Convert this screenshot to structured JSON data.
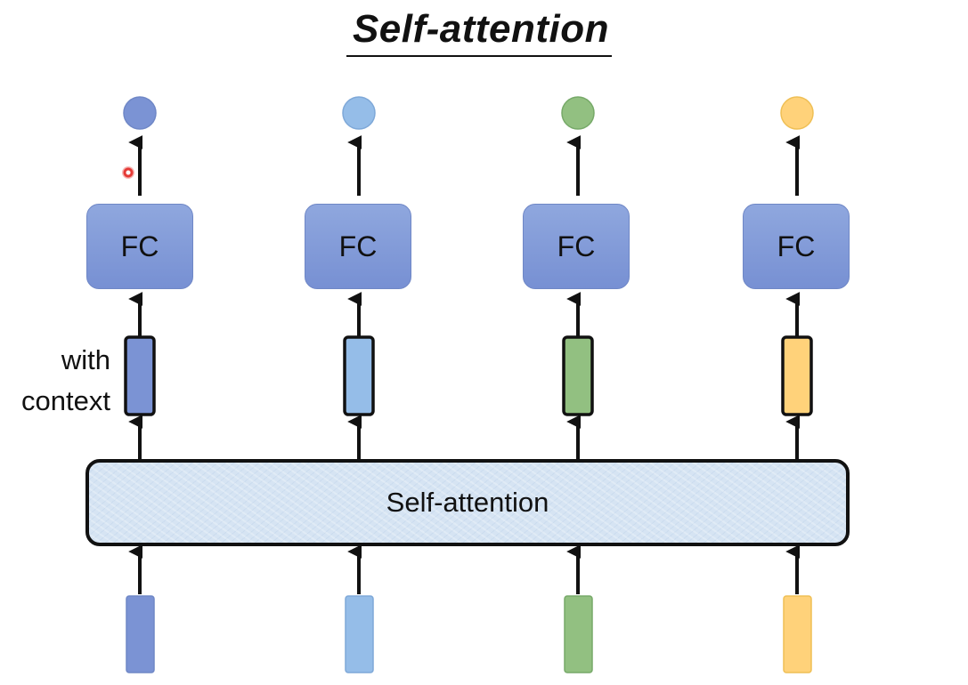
{
  "title": "Self-attention",
  "context_label": {
    "line1": "with",
    "line2": "context"
  },
  "self_attention_label": "Self-attention",
  "fc_label": "FC",
  "columns": [
    {
      "fc": "FC",
      "color": "#7b93d4",
      "stroke": "#6f87c6"
    },
    {
      "fc": "FC",
      "color": "#95bde8",
      "stroke": "#7ea8d8"
    },
    {
      "fc": "FC",
      "color": "#92c081",
      "stroke": "#76a968"
    },
    {
      "fc": "FC",
      "color": "#ffd27a",
      "stroke": "#efbf55"
    }
  ]
}
